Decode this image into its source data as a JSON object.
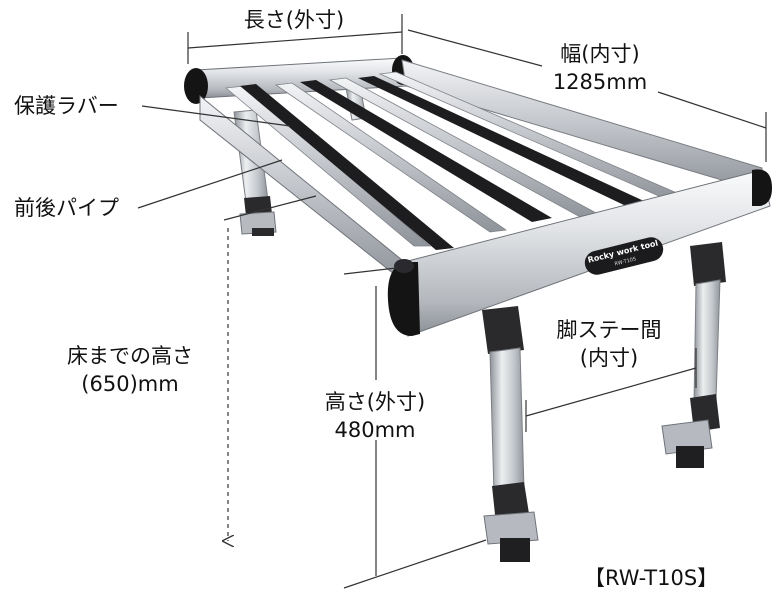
{
  "labels": {
    "length_outer": "長さ(外寸)",
    "width_inner_title": "幅(内寸)",
    "width_inner_value": "1285mm",
    "protective_rubber": "保護ラバー",
    "front_rear_pipe": "前後パイプ",
    "floor_height_title": "床までの高さ",
    "floor_height_value": "(650)mm",
    "height_outer_title": "高さ(外寸)",
    "height_outer_value": "480mm",
    "leg_stay_title": "脚ステー間",
    "leg_stay_sub": "(内寸)",
    "model": "【RW-T10S】"
  },
  "product_badge": {
    "brand": "Rocky work tool",
    "model": "RW-T10S"
  },
  "colors": {
    "aluminum": "#c9ccd1",
    "aluminum_light": "#eef0f2",
    "aluminum_dark": "#8e9399",
    "rubber": "#1c1c1e",
    "cap": "#141414"
  }
}
